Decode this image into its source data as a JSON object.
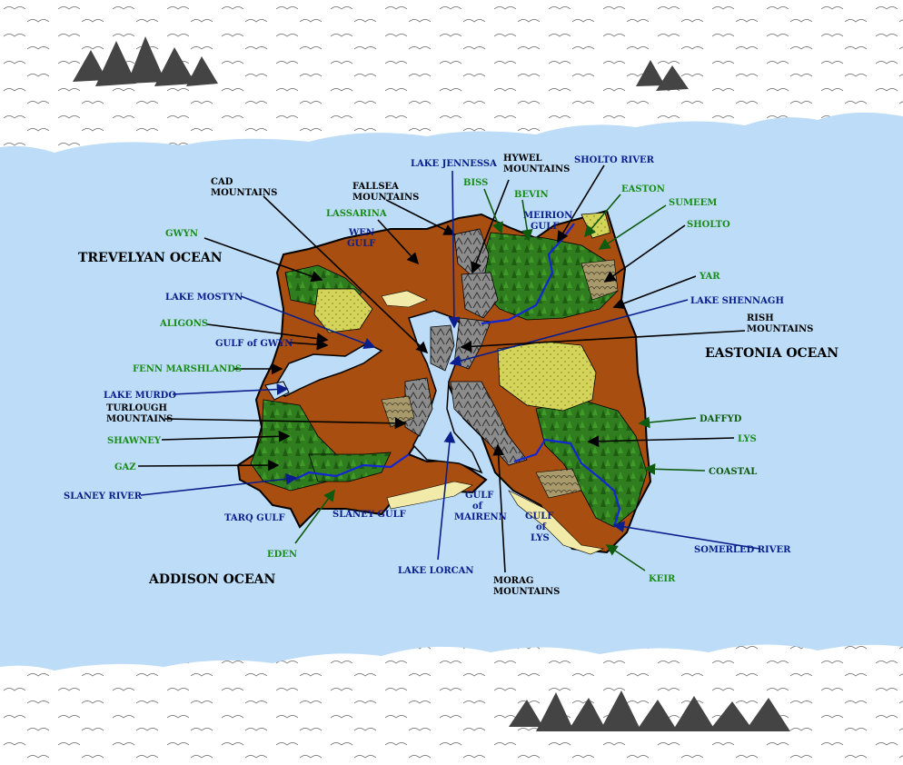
{
  "map": {
    "colors": {
      "sea": "#bcdcf7",
      "ice": "#ffffff",
      "lowland": "#a84e10",
      "forest": "#2f7d1e",
      "plains": "#d4d45a",
      "mountain": "#8c8c8c",
      "beach": "#f2eaa8",
      "river": "#1426d2",
      "pointer_black": "#000000",
      "pointer_blue": "#0a1e8c",
      "pointer_green": "#0e5a0e"
    },
    "oceans": {
      "trevelyan": "TREVELYAN OCEAN",
      "eastonia": "EASTONIA OCEAN",
      "addison": "ADDISON OCEAN"
    },
    "labels": {
      "cad_1": "CAD",
      "cad_2": "MOUNTAINS",
      "fallsea_1": "FALLSEA",
      "fallsea_2": "MOUNTAINS",
      "lake_jennessa": "LAKE JENNESSA",
      "hywel_1": "HYWEL",
      "hywel_2": "MOUNTAINS",
      "sholto_river": "SHOLTO RIVER",
      "biss": "BISS",
      "bevin": "BEVIN",
      "easton": "EASTON",
      "meirion_1": "MEIRION",
      "meirion_2": "GULF",
      "sumeem": "SUMEEM",
      "sholto": "SHOLTO",
      "lassarina": "LASSARINA",
      "wen_1": "WEN",
      "wen_2": "GULF",
      "gwyn": "GWYN",
      "lake_mostyn": "LAKE MOSTYN",
      "yar": "YAR",
      "lake_shennagh": "LAKE SHENNAGH",
      "rish_1": "RISH",
      "rish_2": "MOUNTAINS",
      "aligons": "ALIGONS",
      "gulf_of_gwyn": "GULF of GWYN",
      "fenn": "FENN MARSHLANDS",
      "lake_murdo": "LAKE MURDO",
      "turlough_1": "TURLOUGH",
      "turlough_2": "MOUNTAINS",
      "daffyd": "DAFFYD",
      "shawney": "SHAWNEY",
      "lys": "LYS",
      "gaz": "GAZ",
      "coastal": "COASTAL",
      "slaney_river": "SLANEY RIVER",
      "tarq_gulf": "TARQ GULF",
      "slaney_gulf": "SLANEY GULF",
      "mairenn_1": "GULF",
      "mairenn_2": "of",
      "mairenn_3": "MAIRENN",
      "lys_gulf_1": "GULF",
      "lys_gulf_2": "of",
      "lys_gulf_3": "LYS",
      "somerled_river": "SOMERLED RIVER",
      "eden": "EDEN",
      "keir": "KEIR",
      "lake_lorcan": "LAKE LORCAN",
      "morag_1": "MORAG",
      "morag_2": "MOUNTAINS"
    }
  }
}
